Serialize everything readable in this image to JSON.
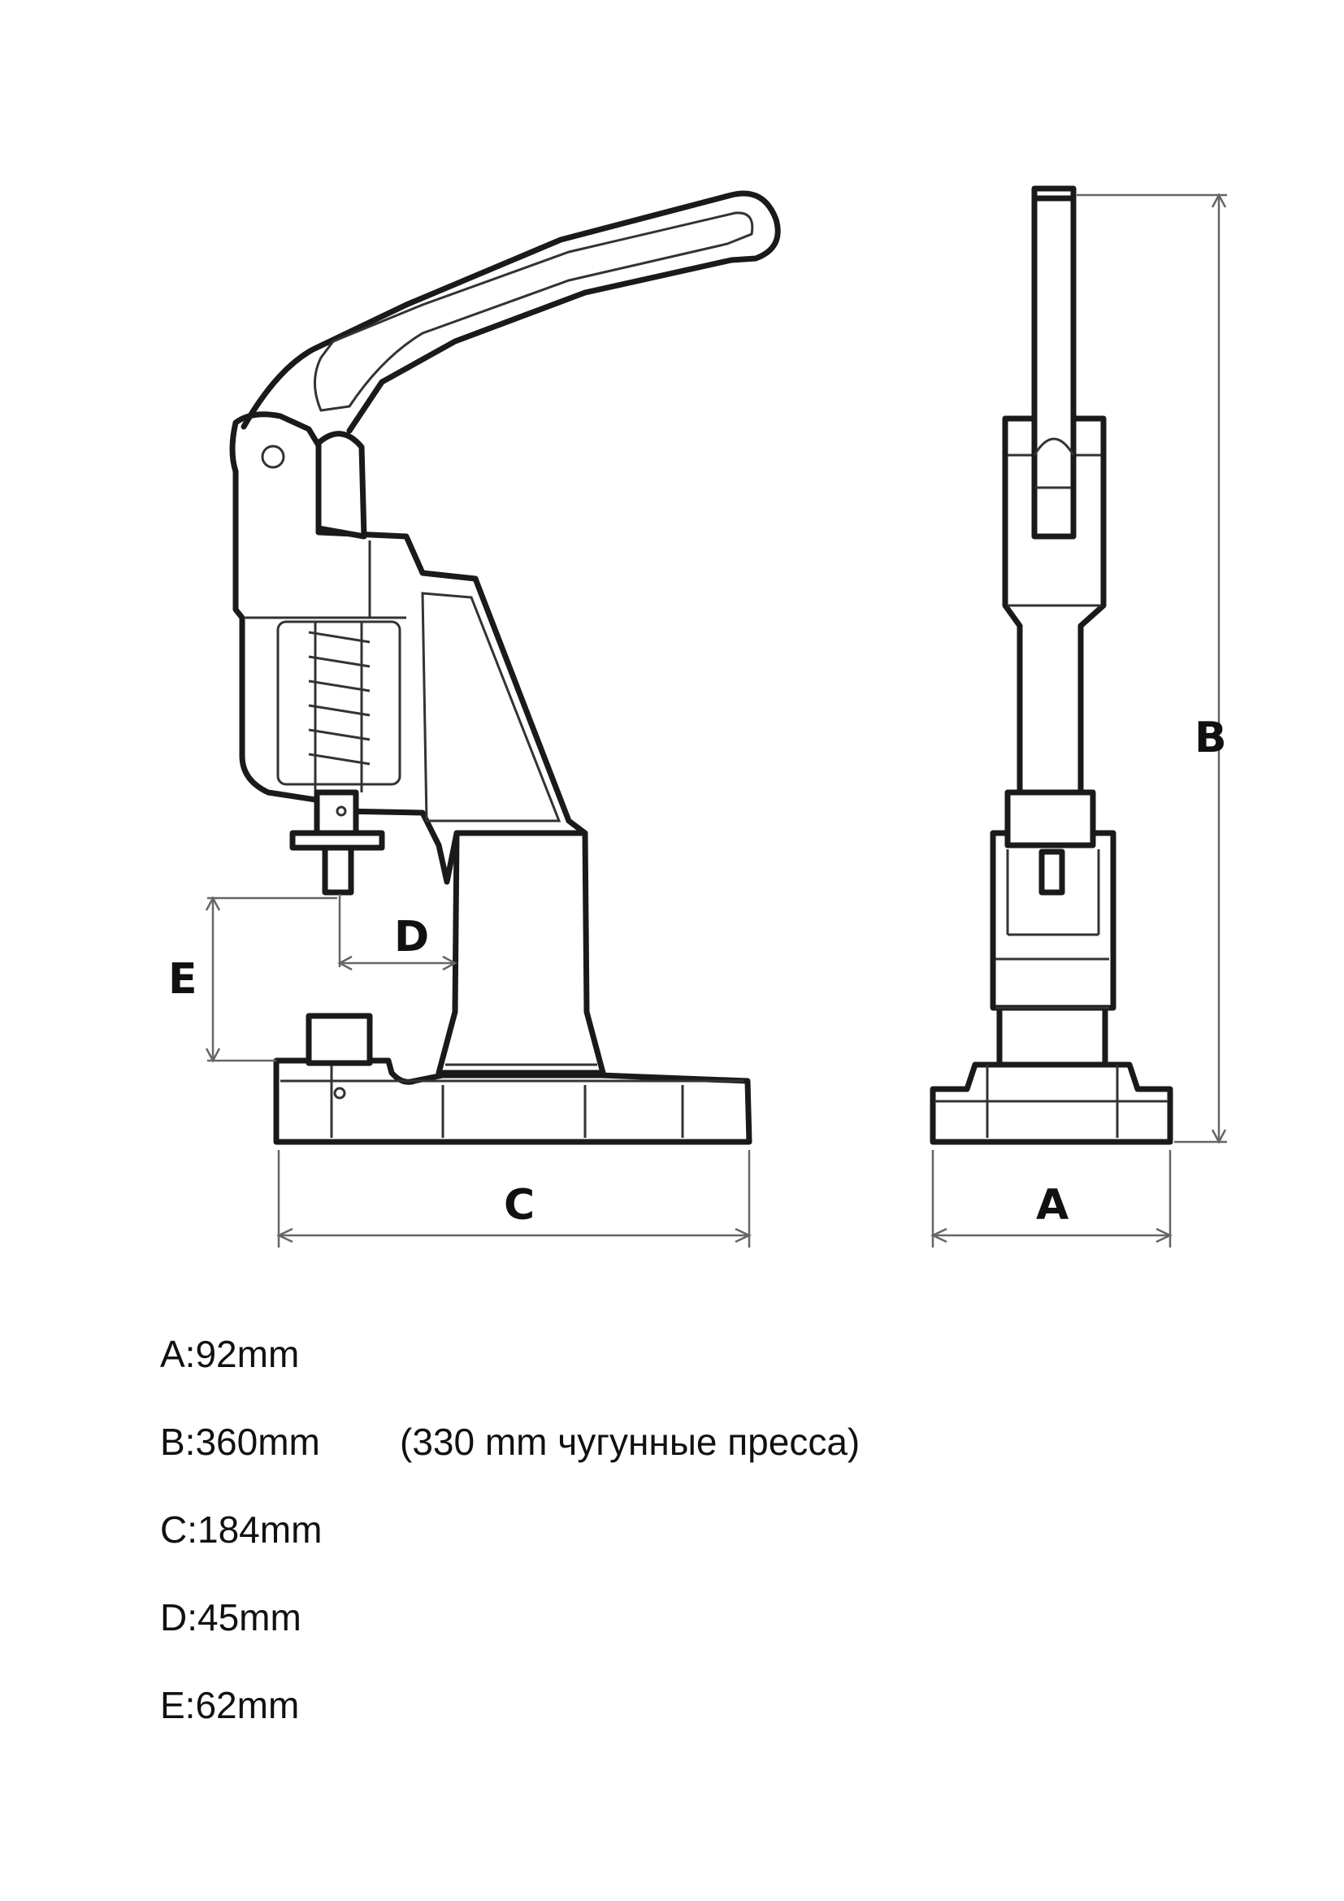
{
  "labels": {
    "A": "A",
    "B": "B",
    "C": "C",
    "D": "D",
    "E": "E"
  },
  "specs": [
    {
      "text": "A:92mm",
      "note": ""
    },
    {
      "text": "B:360mm",
      "note": "(330 mm чугунные пресса)"
    },
    {
      "text": "C:184mm",
      "note": ""
    },
    {
      "text": "D:45mm",
      "note": ""
    },
    {
      "text": "E:62mm",
      "note": ""
    }
  ]
}
